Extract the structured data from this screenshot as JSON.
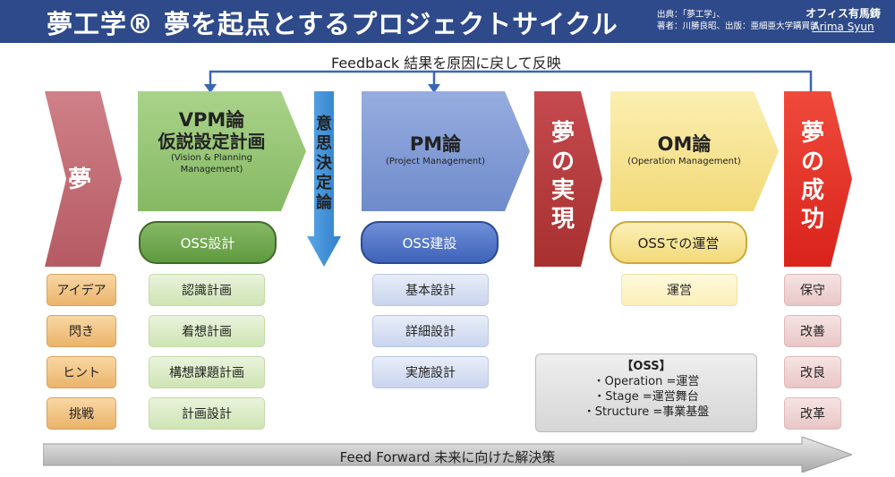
{
  "header": {
    "title": "夢工学® 夢を起点とするプロジェクトサイクル",
    "source_line1": "出典：「夢工学」、",
    "source_line2": "著者：川勝良昭、出版：亜細亜大学購買部",
    "office_name": "オフィス有馬鋳",
    "author_romaji": "Arima Syun"
  },
  "feedback": {
    "label": "Feedback 結果を原因に戻して反映"
  },
  "feedforward": {
    "label": "Feed Forward 未来に向けた解決策"
  },
  "stages": {
    "dream": {
      "label": "夢",
      "color": "#c06a72"
    },
    "vpm": {
      "title": "VPM論",
      "title2": "仮説設定計画",
      "subtitle1": "(Vision & Planning",
      "subtitle2": "Management)",
      "pill": "OSS設計",
      "color": "#8ebf6c"
    },
    "decision": {
      "label": "意思決定論",
      "color": "#3f8fd6"
    },
    "pm": {
      "title": "PM論",
      "subtitle": "(Project Management)",
      "pill": "OSS建設",
      "color": "#7f98d0"
    },
    "realize": {
      "label": "夢の実現",
      "color": "#b8393e"
    },
    "om": {
      "title": "OM論",
      "subtitle": "(Operation Management)",
      "pill": "OSSでの運営",
      "color": "#f4e08a"
    },
    "success": {
      "label": "夢の成功",
      "color": "#e32c26"
    }
  },
  "columns": {
    "dream_items": [
      "アイデア",
      "閃き",
      "ヒント",
      "挑戦"
    ],
    "vpm_items": [
      "認識計画",
      "着想計画",
      "構想課題計画",
      "計画設計"
    ],
    "pm_items": [
      "基本設計",
      "詳細設計",
      "実施設計"
    ],
    "om_items": [
      "運営"
    ],
    "success_items": [
      "保守",
      "改善",
      "改良",
      "改革"
    ]
  },
  "oss": {
    "title": "【OSS】",
    "lines": [
      "・Operation =運営",
      "・Stage =運営舞台",
      "・Structure =事業基盤"
    ]
  }
}
